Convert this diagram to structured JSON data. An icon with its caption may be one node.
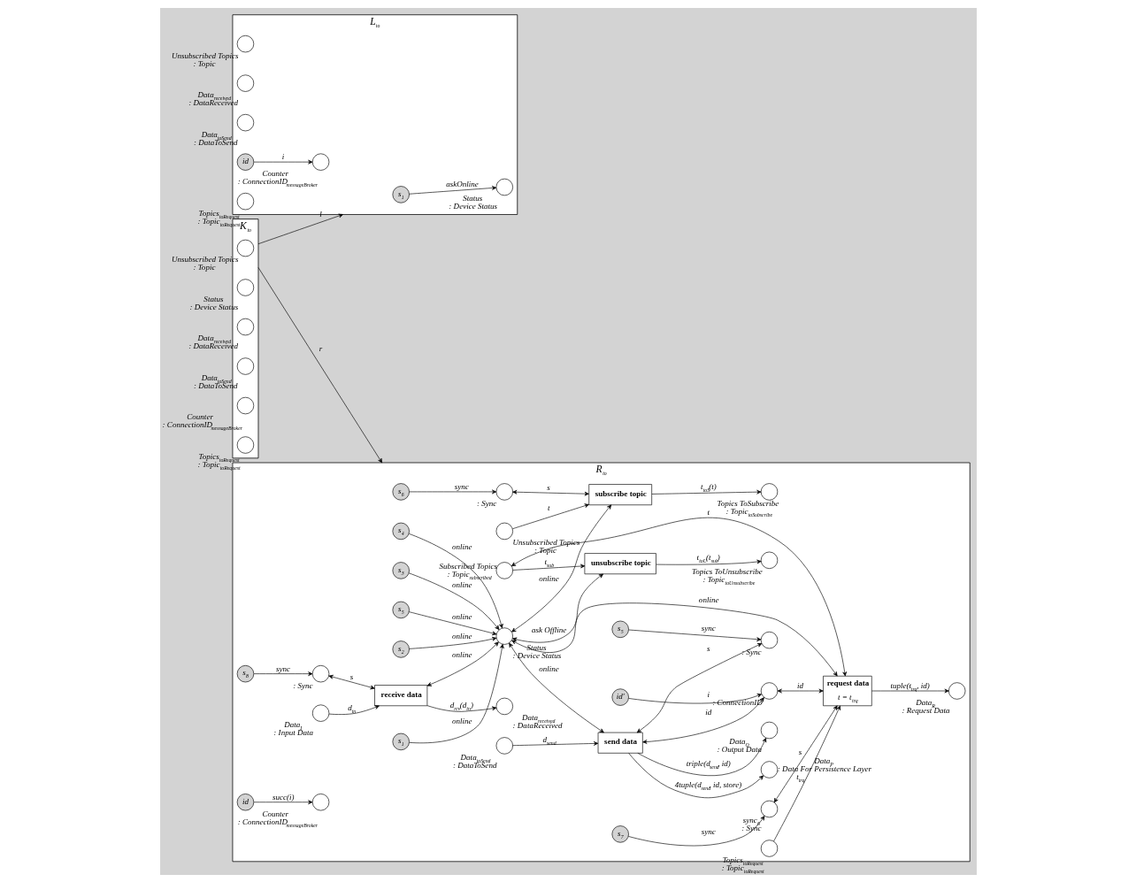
{
  "diagram": {
    "nodes": [
      {
        "text": [
          "L$_{to}$"
        ]
      },
      {
        "text": [
          "K$_{to}$"
        ]
      },
      {
        "text": [
          "R$_{to}$"
        ]
      },
      {
        "text": [],
        "shape": "circle",
        "in": 0,
        "beside": [
          "Unsubscribed Topics : Topic"
        ]
      },
      {
        "text": [
          "s$_{1}$"
        ],
        "in": 0
      },
      {
        "text": [],
        "shape": "circle",
        "in": 0,
        "beside": [
          "Status : Device Status"
        ]
      },
      {
        "text": [],
        "shape": "circle",
        "in": 0,
        "beside": [
          "Data$_{received}$ : DataReceived"
        ]
      },
      {
        "text": [],
        "shape": "circle",
        "in": 0,
        "beside": [
          "Data$_{toSend}$ : DataToSend"
        ]
      },
      {
        "text": [
          "id"
        ],
        "in": 0
      },
      {
        "text": [],
        "shape": "circle",
        "in": 0,
        "beside": [
          "Counter : ConnectionID$_{messageBroker}$"
        ]
      },
      {
        "text": [],
        "shape": "circle",
        "in": 0,
        "beside": [
          "Topics$_{toRequest}$ : Topic$_{toRequest}$"
        ]
      },
      {
        "text": [],
        "shape": "circle",
        "in": 1,
        "beside": [
          "Unsubscribed Topics : Topic"
        ]
      },
      {
        "text": [],
        "shape": "circle",
        "in": 1,
        "beside": [
          "Status : Device Status"
        ]
      },
      {
        "text": [],
        "shape": "circle",
        "in": 1,
        "beside": [
          "Data$_{received}$ : DataReceived"
        ]
      },
      {
        "text": [],
        "shape": "circle",
        "in": 1,
        "beside": [
          "Data$_{toSend}$ : DataToSend"
        ]
      },
      {
        "text": [],
        "shape": "circle",
        "in": 1,
        "beside": [
          "Counter : ConnectionID$_{messageBroker}$"
        ]
      },
      {
        "text": [],
        "shape": "circle",
        "in": 1,
        "beside": [
          "Topics$_{toRequest}$ : Topic$_{toRequest}$"
        ]
      },
      {
        "text": [
          "s$_{6}$"
        ],
        "in": 2
      },
      {
        "text": [],
        "shape": "circle",
        "in": 2,
        "beside": [
          ": Sync"
        ]
      },
      {
        "text": [
          "subscribe topic"
        ],
        "in": 2
      },
      {
        "text": [],
        "shape": "circle",
        "in": 2,
        "beside": [
          "Unsubscribed Topics : Topic"
        ]
      },
      {
        "text": [],
        "shape": "circle",
        "in": 2,
        "beside": [
          "Topics ToUnsubscribe : Topic$_{toUnsubscribe}$"
        ]
      },
      {
        "text": [
          "unsubscribe topic"
        ],
        "in": 2
      },
      {
        "text": [],
        "shape": "circle",
        "in": 2,
        "beside": [
          "Topics ToSubscribe : Topic$_{toSubscribe}$"
        ]
      },
      {
        "text": [],
        "shape": "circle",
        "in": 2,
        "beside": [
          "Subscribed Topics : Topic$_{subscribed}$"
        ]
      },
      {
        "text": [
          "s$_{3}$"
        ],
        "in": 2
      },
      {
        "text": [
          "s$_{4}$"
        ],
        "in": 2
      },
      {
        "text": [
          "s$_{8}$"
        ],
        "in": 2
      },
      {
        "text": [],
        "shape": "circle",
        "in": 2,
        "beside": [
          "Data$_{I}$ : Input Data"
        ]
      },
      {
        "text": [
          "s$_{5}$"
        ],
        "in": 2
      },
      {
        "text": [],
        "shape": "circle",
        "in": 2,
        "beside": [
          "Data$_{O}$ : Output Data"
        ]
      },
      {
        "text": [
          "s$_{5}$"
        ],
        "in": 2
      },
      {
        "text": [],
        "shape": "circle",
        "in": 2,
        "beside": [
          "Data$_{P}$ : Data For Persistence Layer"
        ]
      },
      {
        "text": [],
        "shape": "circle",
        "in": 2,
        "beside": [
          ": Sync"
        ]
      },
      {
        "text": [
          "receive data"
        ],
        "in": 2
      },
      {
        "text": [],
        "shape": "circle",
        "in": 2,
        "beside": [
          "Status : Device Status"
        ]
      },
      {
        "text": [
          "send data"
        ],
        "in": 2
      },
      {
        "text": [],
        "shape": "circle",
        "in": 2,
        "beside": [
          ": Sync"
        ]
      },
      {
        "text": [],
        "shape": "circle",
        "in": 2,
        "beside": [
          "Data$_{received}$ : DataReceived"
        ]
      },
      {
        "text": [],
        "shape": "circle",
        "in": 2,
        "beside": [
          "Data$_{toSend}$ : DataToSend"
        ]
      },
      {
        "text": [],
        "shape": "circle",
        "in": 2,
        "beside": [
          ": ConnectionID"
        ]
      },
      {
        "text": [
          "s$_{1}$"
        ],
        "in": 2
      },
      {
        "text": [
          "s$_{2}$"
        ],
        "in": 2
      },
      {
        "text": [
          "s$_{7}$"
        ],
        "in": 2
      },
      {
        "text": [],
        "shape": "circle",
        "in": 2,
        "beside": [
          "sync$_{6}$ : Sync"
        ]
      },
      {
        "text": [],
        "shape": "circle",
        "in": 2,
        "beside": [
          "Data$_{R}$ : Request Data"
        ]
      },
      {
        "text": [
          "id"
        ],
        "in": 2
      },
      {
        "text": [],
        "shape": "circle",
        "in": 2,
        "beside": [
          "Counter : ConnectionID$_{messageBroker}$"
        ]
      },
      {
        "text": [
          "request data",
          "t = t$_{trq}$"
        ],
        "in": 2
      },
      {
        "text": [
          "id′"
        ],
        "in": 2
      },
      {
        "text": [],
        "shape": "circle",
        "in": 2,
        "beside": [
          "Topics$_{toRequest}$ : Topic$_{toRequest}$"
        ]
      }
    ],
    "edges": [
      {
        "from": 1,
        "to": 0,
        "arrow": "to",
        "label": "l"
      },
      {
        "from": 1,
        "to": 2,
        "arrow": "to",
        "label": "r"
      },
      {
        "from": 4,
        "to": 5,
        "arrow": "to",
        "label": "askOnline"
      },
      {
        "from": 8,
        "to": 9,
        "arrow": "to",
        "label": "i"
      },
      {
        "from": 17,
        "to": 18,
        "arrow": "to",
        "label": "sync"
      },
      {
        "from": 18,
        "to": 19,
        "arrow": "both",
        "label": "s"
      },
      {
        "from": 20,
        "to": 19,
        "arrow": "to",
        "label": "t"
      },
      {
        "from": 22,
        "to": 21,
        "arrow": "to",
        "label": "t$_{toU}$(t$_{sub}$)"
      },
      {
        "from": 24,
        "to": 22,
        "arrow": "to",
        "label": "t$_{sub}$"
      },
      {
        "from": 19,
        "to": 23,
        "arrow": "to",
        "label": "t$_{toS}$(t)"
      },
      {
        "from": 35,
        "to": 19,
        "arrow": "both",
        "label": "online"
      },
      {
        "from": 35,
        "to": 22,
        "arrow": "both",
        "label": "ask Offline"
      },
      {
        "from": 25,
        "to": 35,
        "arrow": "to",
        "label": "online"
      },
      {
        "from": 26,
        "to": 35,
        "arrow": "to",
        "label": "online"
      },
      {
        "from": 29,
        "to": 35,
        "arrow": "to",
        "label": "online"
      },
      {
        "from": 28,
        "to": 34,
        "arrow": "to",
        "label": "d$_{in}$"
      },
      {
        "from": 27,
        "to": 33,
        "arrow": "to",
        "label": "sync"
      },
      {
        "from": 33,
        "to": 34,
        "arrow": "both",
        "label": "s"
      },
      {
        "from": 34,
        "to": 35,
        "arrow": "both",
        "label": "online"
      },
      {
        "from": 34,
        "to": 38,
        "arrow": "to",
        "label": "d$_{rcv}$(d$_{in}$)"
      },
      {
        "from": 36,
        "to": 30,
        "arrow": "to",
        "label": "triple(d$_{send}$, id)"
      },
      {
        "from": 31,
        "to": 37,
        "arrow": "to",
        "label": "sync"
      },
      {
        "from": 36,
        "to": 37,
        "arrow": "both",
        "label": "s"
      },
      {
        "from": 35,
        "to": 36,
        "arrow": "both",
        "label": "online"
      },
      {
        "from": 39,
        "to": 36,
        "arrow": "to",
        "label": "d$_{send}$"
      },
      {
        "from": 36,
        "to": 32,
        "arrow": "to",
        "label": "4tuple(d$_{send}$, id, store)"
      },
      {
        "from": 36,
        "to": 40,
        "arrow": "both",
        "label": "id"
      },
      {
        "from": 41,
        "to": 35,
        "arrow": "to",
        "label": "online"
      },
      {
        "from": 42,
        "to": 35,
        "arrow": "to",
        "label": "online"
      },
      {
        "from": 24,
        "to": 48,
        "arrow": "both",
        "label": "t"
      },
      {
        "from": 40,
        "to": 48,
        "arrow": "both",
        "label": "id"
      },
      {
        "from": 49,
        "to": 40,
        "arrow": "to",
        "label": "i"
      },
      {
        "from": 43,
        "to": 44,
        "arrow": "to",
        "label": "sync"
      },
      {
        "from": 44,
        "to": 48,
        "arrow": "both",
        "label": "s"
      },
      {
        "from": 35,
        "to": 48,
        "arrow": "both",
        "label": "online"
      },
      {
        "from": 48,
        "to": 45,
        "arrow": "to",
        "label": "tuple(t$_{trq}$, id)"
      },
      {
        "from": 50,
        "to": 48,
        "arrow": "to",
        "label": "t$_{trq}$"
      },
      {
        "from": 46,
        "to": 47,
        "arrow": "to",
        "label": "succ(i)"
      }
    ]
  }
}
